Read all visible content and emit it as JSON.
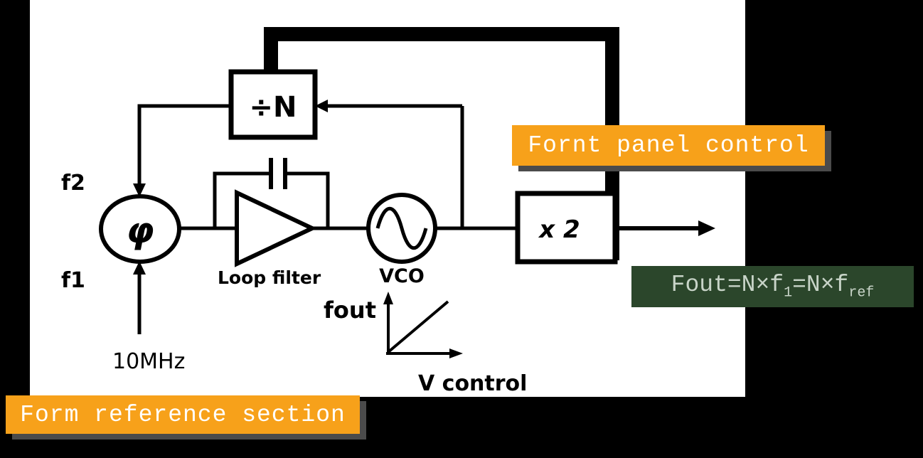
{
  "colors": {
    "background": "#000000",
    "canvas": "#FFFFFF",
    "accent_orange": "#F7A11A",
    "shadow": "#4B4B4B",
    "formula_bg": "#2B462B",
    "formula_text": "#C8D4C8",
    "ink": "#000000"
  },
  "diagram": {
    "divider_label": "÷N",
    "phase_symbol": "φ",
    "input_top_label": "f2",
    "input_bottom_label": "f1",
    "reference_freq": "10MHz",
    "loop_filter_label": "Loop filter",
    "vco_label": "VCO",
    "multiplier_label": "x 2",
    "graph": {
      "y_axis_label": "fout",
      "x_axis_label": "V control"
    }
  },
  "annotations": {
    "front_panel": "Fornt panel control",
    "reference_section": "Form reference section",
    "formula": {
      "part1": "Fout=N×f",
      "sub1": "1",
      "part2": "=N×f",
      "sub2": "ref"
    }
  }
}
